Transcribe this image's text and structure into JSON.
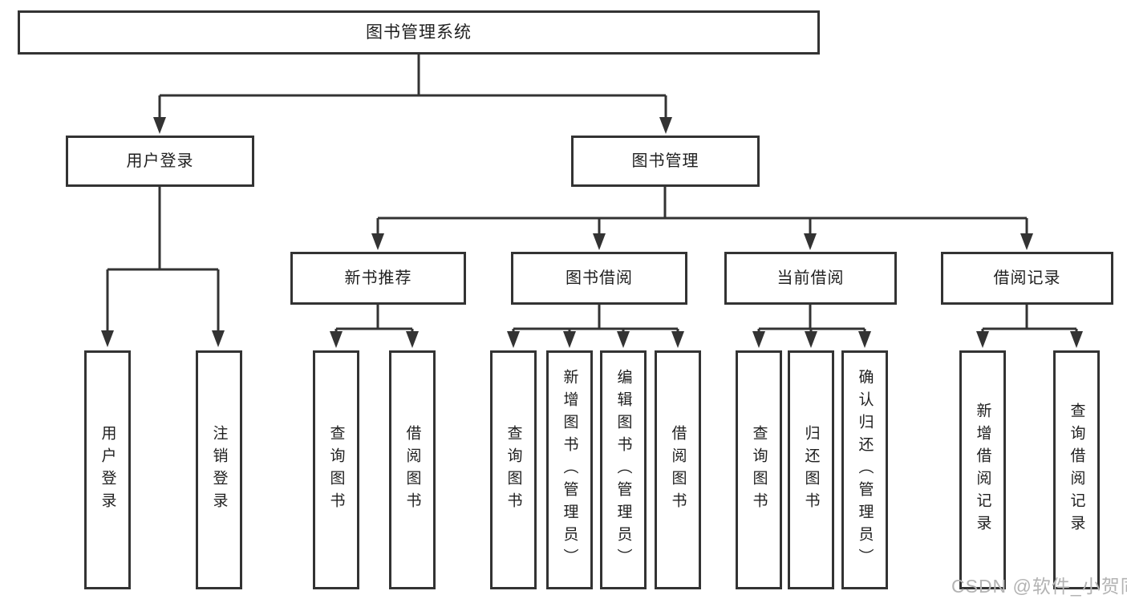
{
  "colors": {
    "line": "#333333",
    "box_border": "#333333",
    "box_fill": "#ffffff",
    "text": "#1f1f1f",
    "watermark": "#b3b3b3",
    "background": "#ffffff"
  },
  "root": {
    "label": "图书管理系统"
  },
  "level2": [
    {
      "label": "用户登录"
    },
    {
      "label": "图书管理"
    }
  ],
  "level3": [
    {
      "label": "新书推荐"
    },
    {
      "label": "图书借阅"
    },
    {
      "label": "当前借阅"
    },
    {
      "label": "借阅记录"
    }
  ],
  "leaves": [
    {
      "label": "用户登录"
    },
    {
      "label": "注销登录"
    },
    {
      "label": "查询图书"
    },
    {
      "label": "借阅图书"
    },
    {
      "label": "查询图书"
    },
    {
      "label": "新增图书（管理员）"
    },
    {
      "label": "编辑图书（管理员）"
    },
    {
      "label": "借阅图书"
    },
    {
      "label": "查询图书"
    },
    {
      "label": "归还图书"
    },
    {
      "label": "确认归还（管理员）"
    },
    {
      "label": "新增借阅记录"
    },
    {
      "label": "查询借阅记录"
    }
  ],
  "watermark": {
    "text": "CSDN @软件_小贺同学"
  }
}
